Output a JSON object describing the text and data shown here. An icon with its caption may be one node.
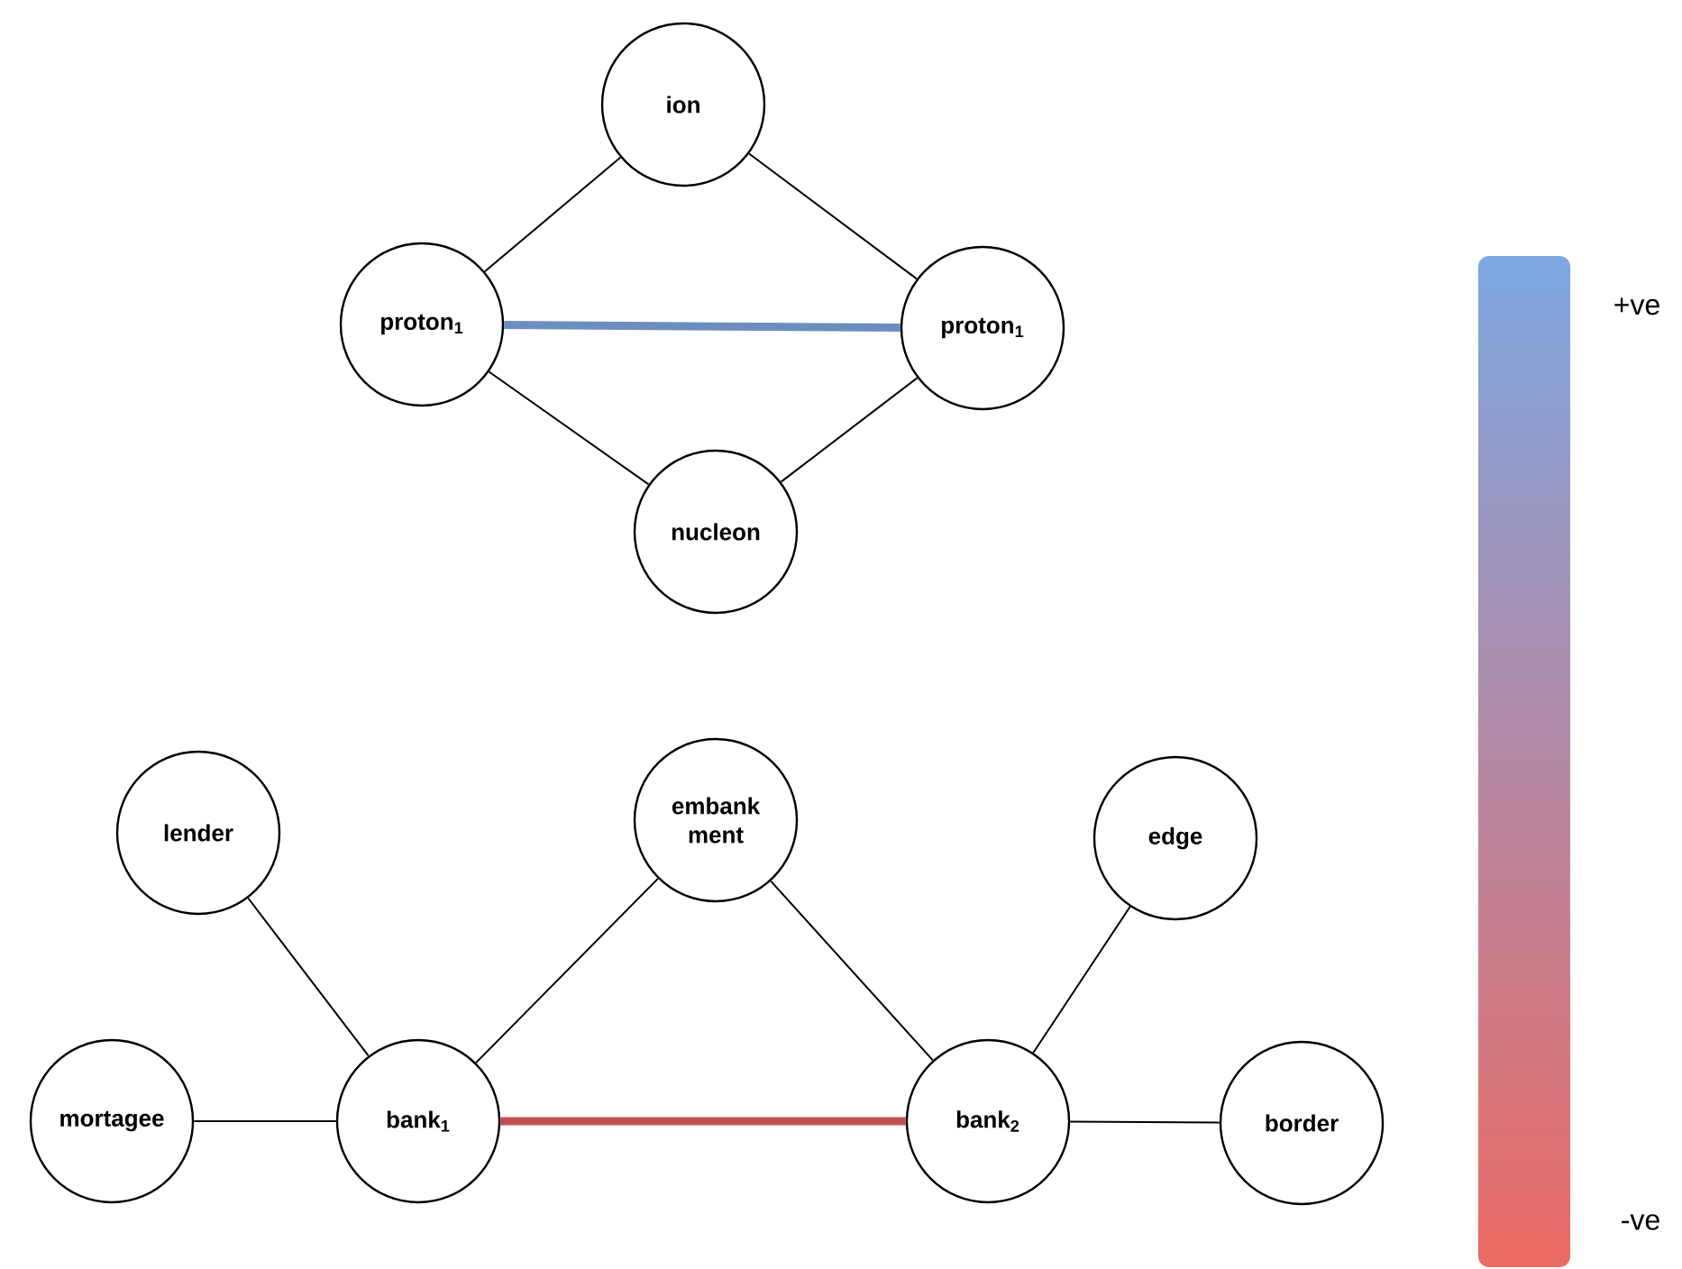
{
  "diagram": {
    "nodes": [
      {
        "text": [
          "ion"
        ]
      },
      {
        "text": [
          "proton$_{1}$"
        ]
      },
      {
        "text": [
          "proton$_{1}$"
        ]
      },
      {
        "text": [
          "nucleon"
        ]
      },
      {
        "text": [
          "lender"
        ]
      },
      {
        "text": [
          "embank ment"
        ]
      },
      {
        "text": [
          "edge"
        ]
      },
      {
        "text": [
          "mortagee"
        ]
      },
      {
        "text": [
          "bank$_{1}$"
        ]
      },
      {
        "text": [
          "bank$_{2}$"
        ]
      },
      {
        "text": [
          "border"
        ]
      }
    ],
    "edges": [
      {
        "from": 0,
        "to": 1,
        "arrow": "none"
      },
      {
        "from": 0,
        "to": 2,
        "arrow": "none"
      },
      {
        "from": 1,
        "to": 2,
        "arrow": "none",
        "style": "thick",
        "color": "#6c8ebf"
      },
      {
        "from": 1,
        "to": 3,
        "arrow": "none"
      },
      {
        "from": 2,
        "to": 3,
        "arrow": "none"
      },
      {
        "from": 4,
        "to": 8,
        "arrow": "none"
      },
      {
        "from": 7,
        "to": 8,
        "arrow": "none"
      },
      {
        "from": 8,
        "to": 5,
        "arrow": "none"
      },
      {
        "from": 5,
        "to": 9,
        "arrow": "none"
      },
      {
        "from": 8,
        "to": 9,
        "arrow": "none",
        "style": "thick",
        "color": "#c0504d"
      },
      {
        "from": 9,
        "to": 6,
        "arrow": "none"
      },
      {
        "from": 9,
        "to": 10,
        "arrow": "none"
      }
    ],
    "labels": [
      "+ve",
      "-ve"
    ]
  }
}
